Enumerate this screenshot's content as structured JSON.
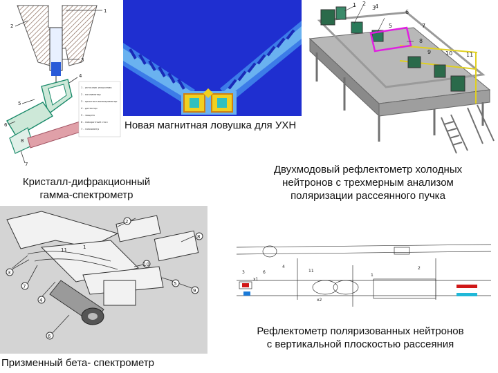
{
  "captions": {
    "magnetic_trap": "Новая магнитная ловушка для УХН",
    "crystal_line1": "Кристалл-дифракционный",
    "crystal_line2": "гамма-спектрометр",
    "reflectometer2_line1": "Двухмодовый рефлектометр холодных",
    "reflectometer2_line2": "нейтронов с трехмерным анализом",
    "reflectometer2_line3": "поляризации рассеянного пучка",
    "polarized_line1": "Рефлектометр поляризованных нейтронов",
    "polarized_line2": "с вертикальной плоскостью рассеяния",
    "prism": "Призменный бета- спектрометр"
  },
  "figure_labels": {
    "crystal": [
      "1",
      "2",
      "3",
      "4",
      "5",
      "6",
      "7",
      "8"
    ],
    "crystal_legend": [
      "1 - источник излучения",
      "2 - коллиматор",
      "3 - кристалл-монохроматор",
      "4 - детектор",
      "5 - защита",
      "6 - поворотный стол",
      "7 - гониометр"
    ],
    "bench": [
      "1",
      "2",
      "3",
      "4",
      "5",
      "6",
      "7",
      "8",
      "9",
      "10",
      "11"
    ],
    "prism": [
      "1",
      "2",
      "3",
      "4",
      "5",
      "6",
      "7",
      "8",
      "9",
      "10",
      "11"
    ],
    "schematic": [
      "4",
      "3",
      "6",
      "11",
      "1",
      "2",
      "x1",
      "x2"
    ]
  },
  "colors": {
    "trap_bg": "#1f2fd0",
    "trap_arm": "#6ab2f0",
    "trap_core": "#f0d020",
    "bench_frame": "#9a9a9a",
    "bench_rail": "#e0d020",
    "bench_highlight": "#e020e0",
    "prism_bg": "#d4d4d4"
  }
}
